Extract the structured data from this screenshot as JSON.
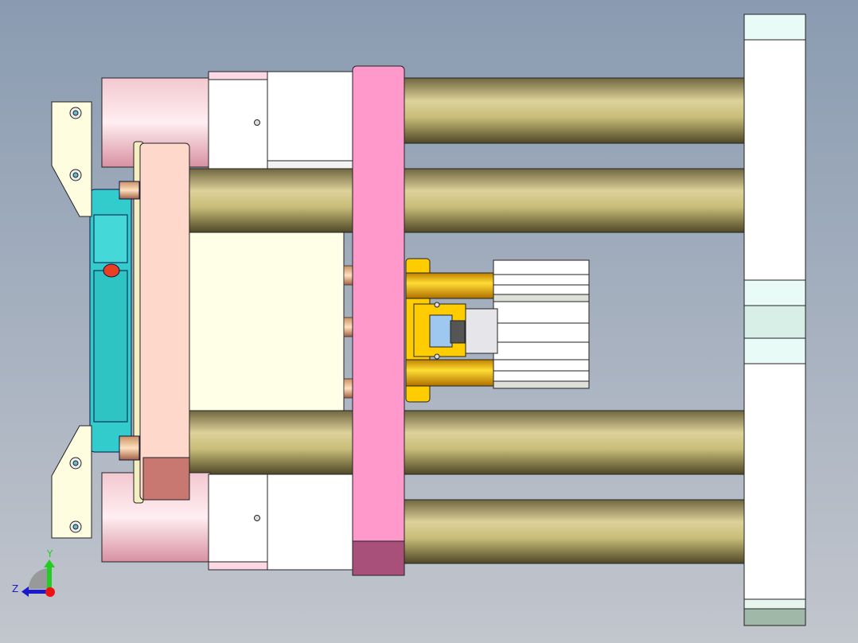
{
  "viewport": {
    "type": "cad-3d-view",
    "background_top": "#8a9bb1",
    "background_bottom": "#c2c6cd"
  },
  "triad": {
    "y_label": "Y",
    "z_label": "Z",
    "y_color": "#22cc22",
    "z_color": "#1a1acc",
    "x_color": "#ee1111"
  },
  "colors": {
    "tie_rod": "#c9bd7a",
    "moving_plate": "#ff99cc",
    "front_plate": "#ffd8cc",
    "cyan_plate": "#33cccc",
    "yellow_part": "#ffcc00",
    "cream_block": "#ffffe8"
  }
}
